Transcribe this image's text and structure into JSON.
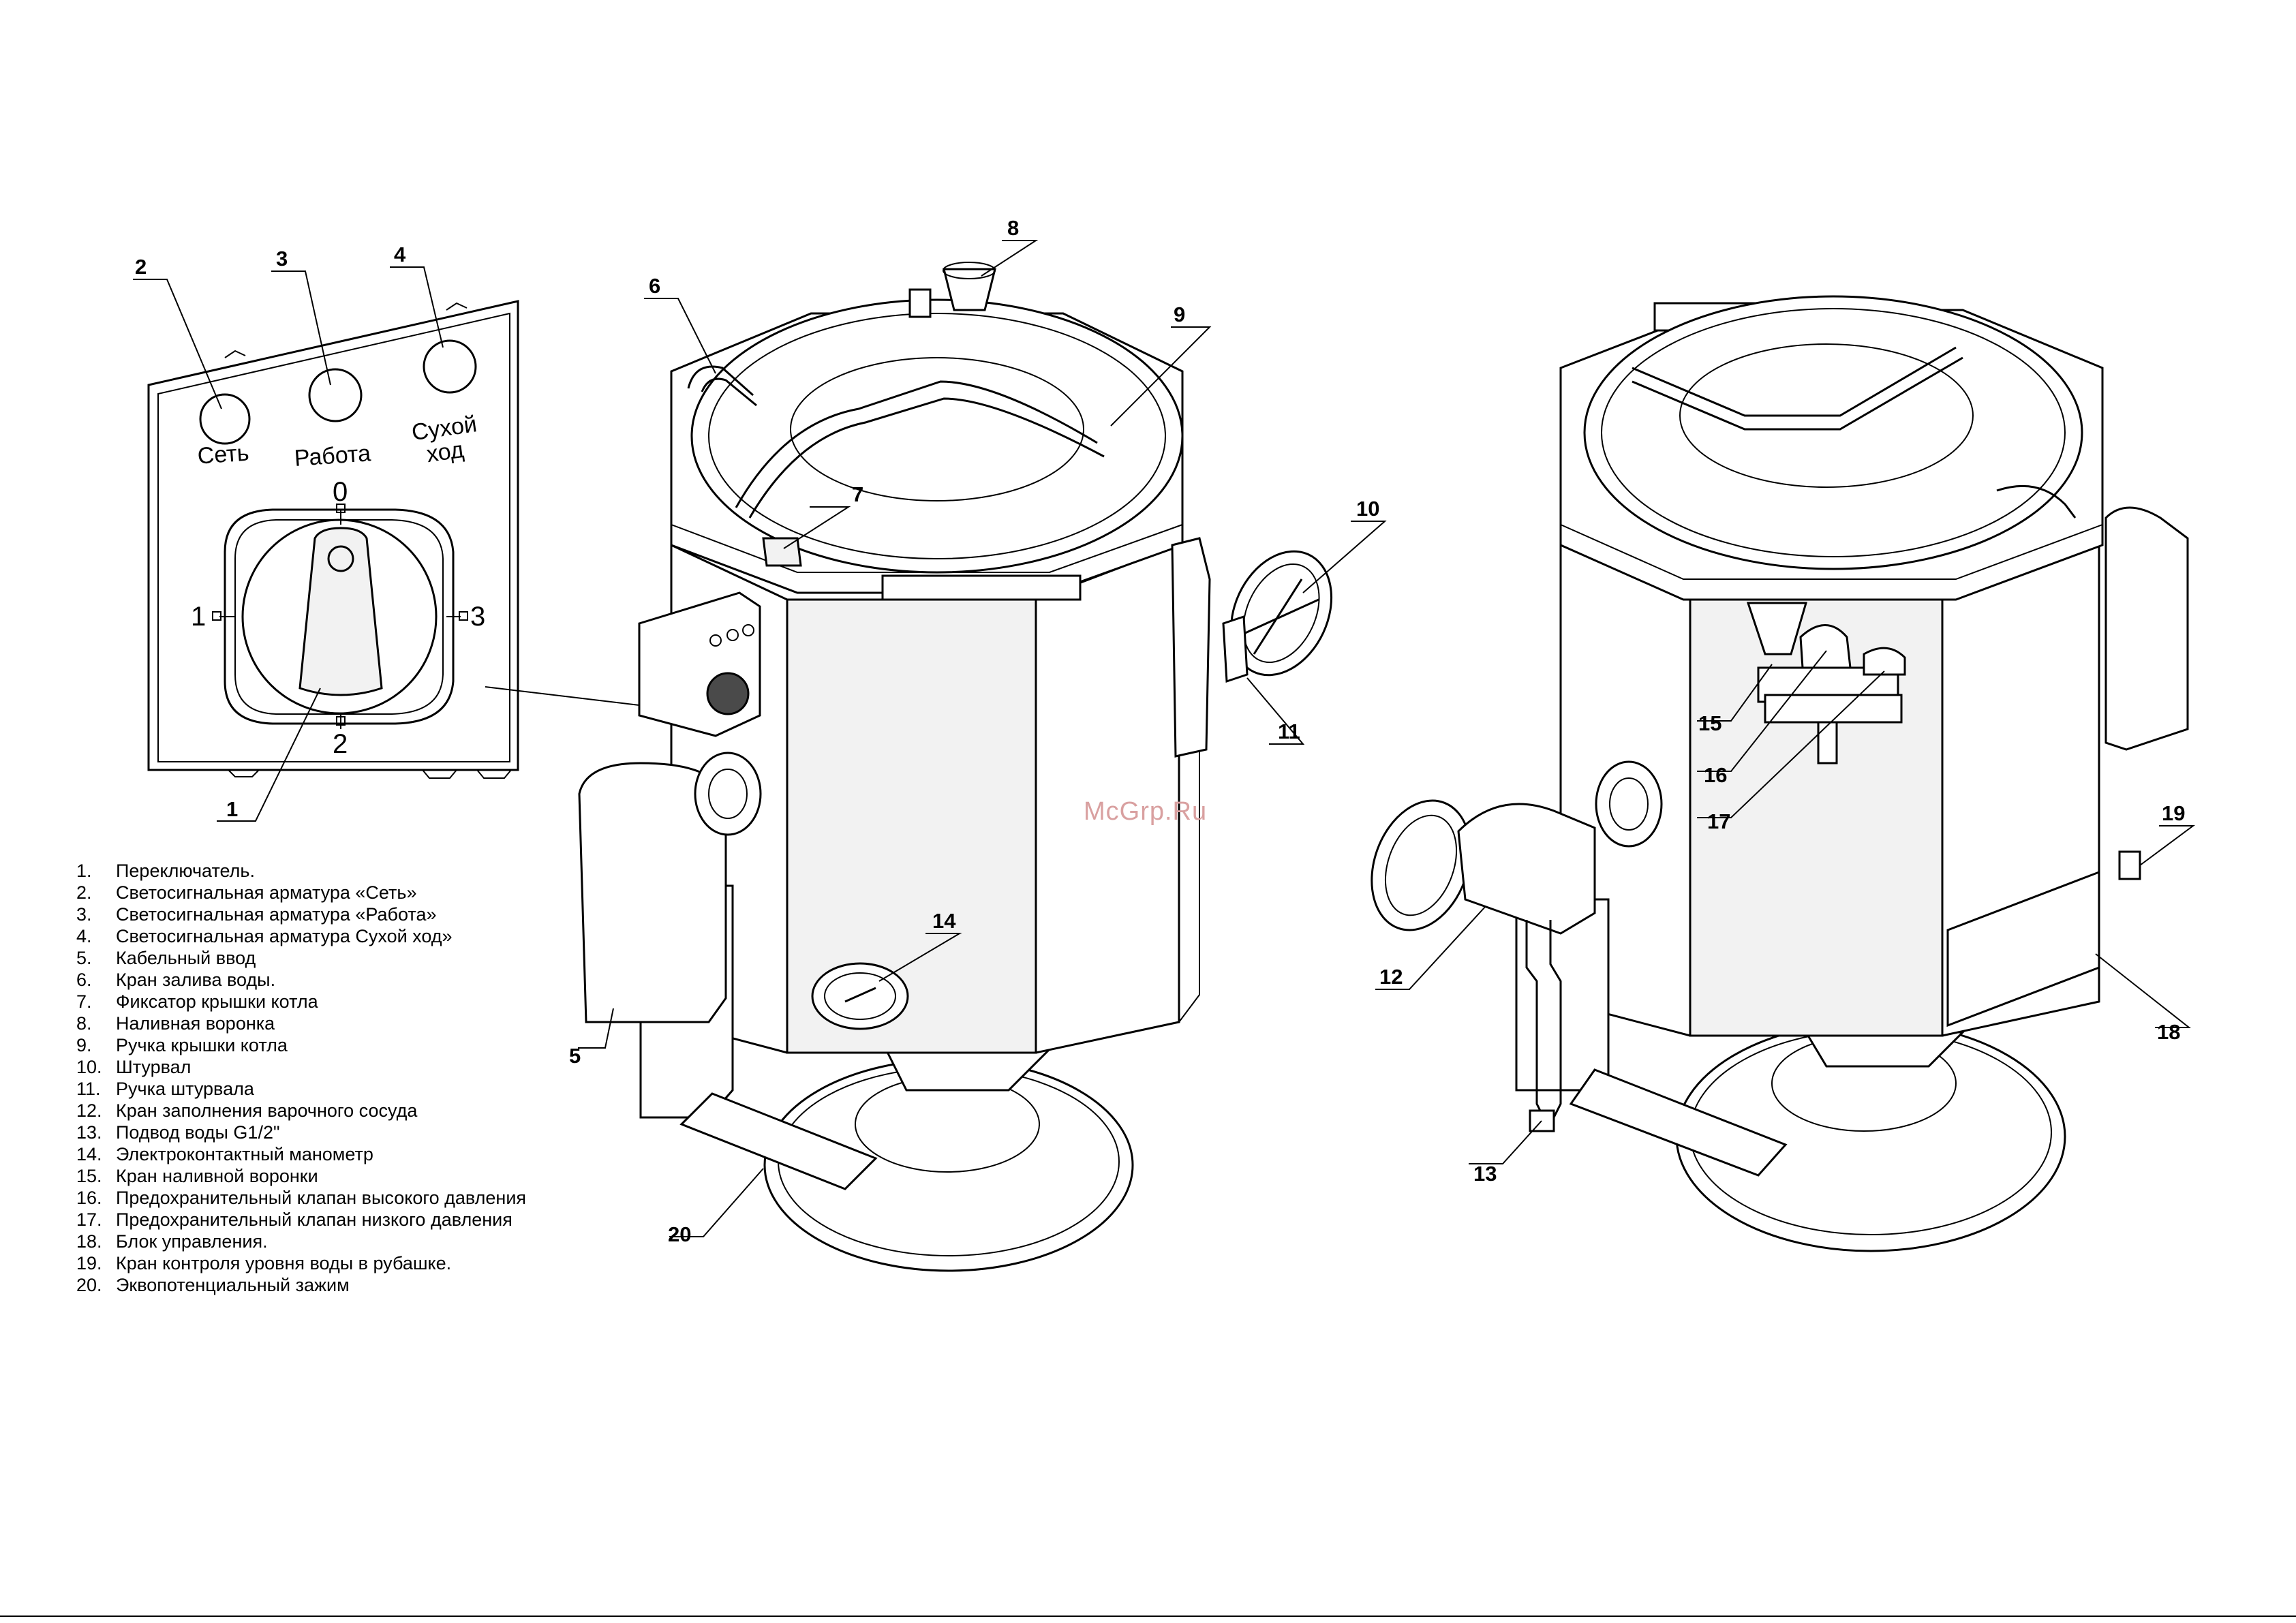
{
  "watermark": "McGrp.Ru",
  "panel": {
    "lamp_labels": [
      "Сеть",
      "Работа",
      "Сухой",
      "ход"
    ],
    "dial_positions": [
      "0",
      "1",
      "2",
      "3"
    ]
  },
  "callouts": [
    "1",
    "2",
    "3",
    "4",
    "5",
    "6",
    "7",
    "8",
    "9",
    "10",
    "11",
    "12",
    "13",
    "14",
    "15",
    "16",
    "17",
    "18",
    "19",
    "20"
  ],
  "legend": [
    {
      "num": "1.",
      "text": "Переключатель."
    },
    {
      "num": "2.",
      "text": "Светосигнальная арматура «Сеть»"
    },
    {
      "num": "3.",
      "text": "Светосигнальная арматура «Работа»"
    },
    {
      "num": "4.",
      "text": "Светосигнальная арматура  Сухой ход»"
    },
    {
      "num": "5.",
      "text": "Кабельный ввод"
    },
    {
      "num": "6.",
      "text": "Кран залива воды."
    },
    {
      "num": "7.",
      "text": "Фиксатор крышки котла"
    },
    {
      "num": "8.",
      "text": "Наливная воронка"
    },
    {
      "num": "9.",
      "text": "Ручка крышки котла"
    },
    {
      "num": "10.",
      "text": "Штурвал"
    },
    {
      "num": "11.",
      "text": "Ручка штурвала"
    },
    {
      "num": "12.",
      "text": "Кран заполнения варочного сосуда"
    },
    {
      "num": "13.",
      "text": "Подвод воды G1/2\""
    },
    {
      "num": "14.",
      "text": "Электроконтактный манометр"
    },
    {
      "num": "15.",
      "text": "Кран наливной воронки"
    },
    {
      "num": "16.",
      "text": "Предохранительный клапан высокого давления"
    },
    {
      "num": "17.",
      "text": "Предохранительный клапан низкого давления"
    },
    {
      "num": "18.",
      "text": "Блок управления."
    },
    {
      "num": "19.",
      "text": "Кран контроля уровня воды в рубашке."
    },
    {
      "num": "20.",
      "text": "Эквопотенциальный зажим"
    }
  ]
}
